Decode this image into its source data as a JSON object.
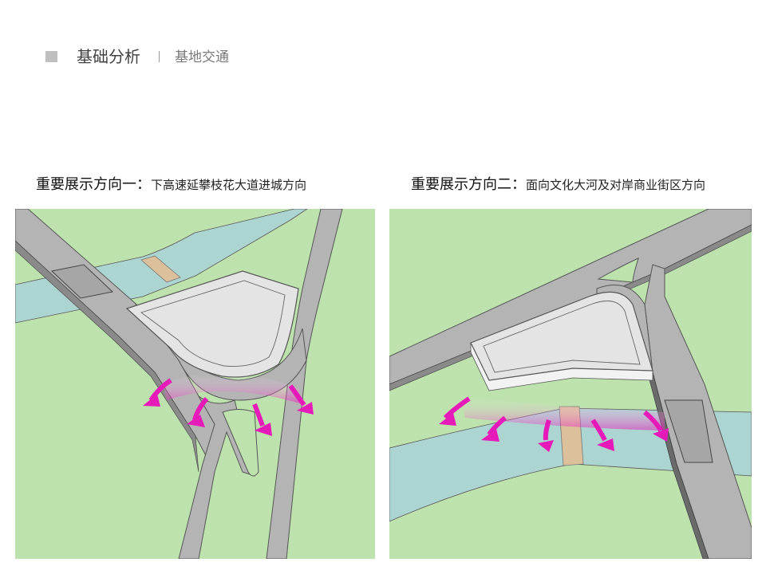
{
  "header": {
    "title": "基础分析",
    "subtitle": "基地交通"
  },
  "panels": [
    {
      "caption_main": "重要展示方向一",
      "caption_sep": "：",
      "caption_desc": "下高速延攀枝花大道进城方向"
    },
    {
      "caption_main": "重要展示方向二",
      "caption_sep": "：",
      "caption_desc": "面向文化大河及对岸商业街区方向"
    }
  ],
  "colors": {
    "grass": "#bde2ad",
    "road": "#b4b4b4",
    "road_edge": "#555555",
    "river": "#acd4d0",
    "bridge": "#dcc09b",
    "site": "#e4e4e4",
    "arrow": "#e61ab8",
    "header_square": "#bfbfbf"
  }
}
